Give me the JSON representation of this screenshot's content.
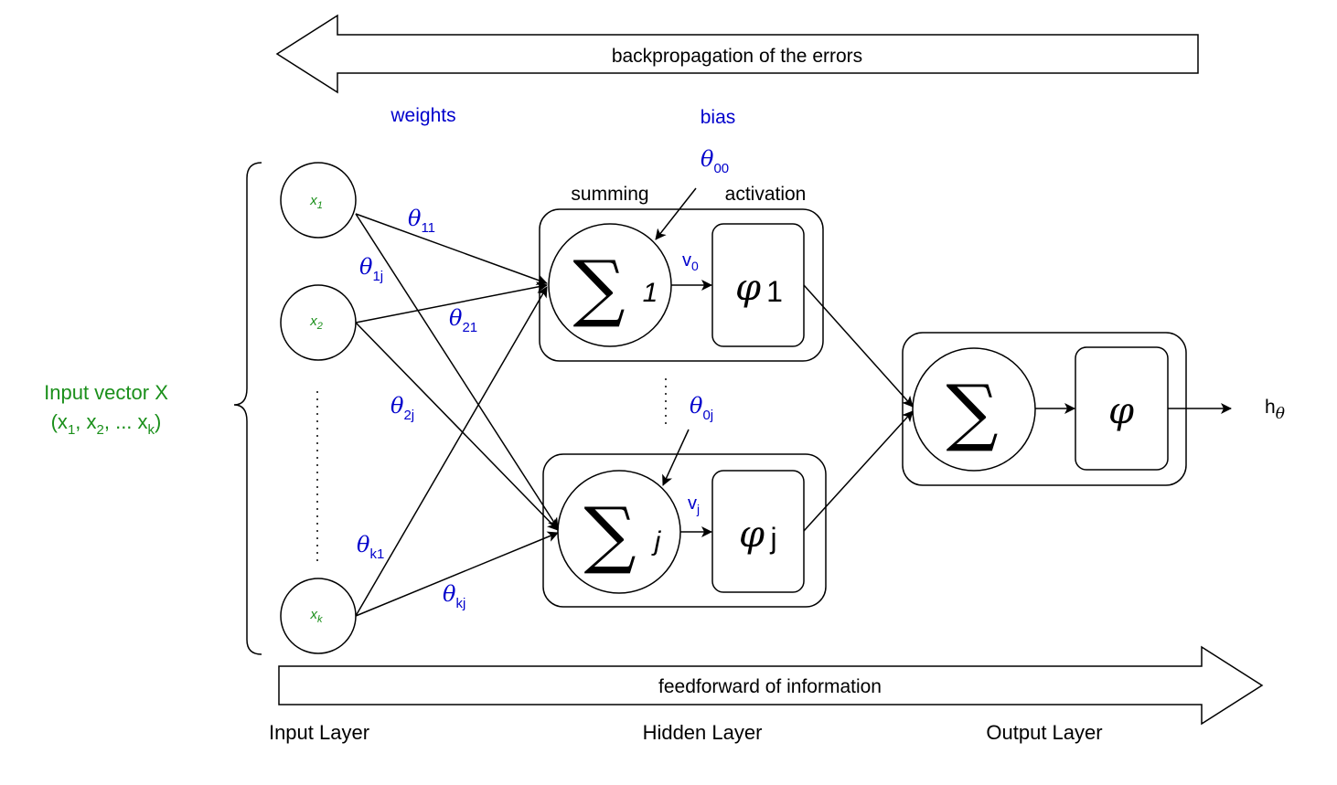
{
  "arrows": {
    "backprop": "backpropagation of the errors",
    "feedforward": "feedforward of information"
  },
  "labels": {
    "weights": "weights",
    "bias": "bias",
    "summing": "summing",
    "activation": "activation"
  },
  "input_vector": {
    "line1": "Input vector X",
    "line2_open": "(x",
    "line2_sub1": "1",
    "line2_comma1": ", x",
    "line2_sub2": "2",
    "line2_dots": ", ... x",
    "line2_subk": "k",
    "line2_close": ")"
  },
  "input_nodes": [
    {
      "base": "x",
      "sub": "1"
    },
    {
      "base": "x",
      "sub": "2"
    },
    {
      "base": "x",
      "sub": "k"
    }
  ],
  "weights_labels": {
    "t11": {
      "base": "θ",
      "sub": "11"
    },
    "t1j": {
      "base": "θ",
      "sub": "1j"
    },
    "t21": {
      "base": "θ",
      "sub": "21"
    },
    "t2j": {
      "base": "θ",
      "sub": "2j"
    },
    "tk1": {
      "base": "θ",
      "sub": "k1"
    },
    "tkj": {
      "base": "θ",
      "sub": "kj"
    }
  },
  "bias_labels": {
    "t00": {
      "base": "θ",
      "sub": "00"
    },
    "t0j": {
      "base": "θ",
      "sub": "0j"
    }
  },
  "hidden": {
    "sum1_sub": "1",
    "sumj_sub": "j",
    "v0": {
      "base": "v",
      "sub": "0"
    },
    "vj": {
      "base": "v",
      "sub": "j"
    },
    "phi1": {
      "base": "φ",
      "sub": "1"
    },
    "phij": {
      "base": "φ",
      "sub": "j"
    }
  },
  "output": {
    "sigma": "∑",
    "phi": "φ",
    "h": {
      "base": "h",
      "sub": "θ"
    }
  },
  "layers": {
    "input": "Input Layer",
    "hidden": "Hidden Layer",
    "output": "Output Layer"
  },
  "symbols": {
    "sigma": "∑"
  }
}
